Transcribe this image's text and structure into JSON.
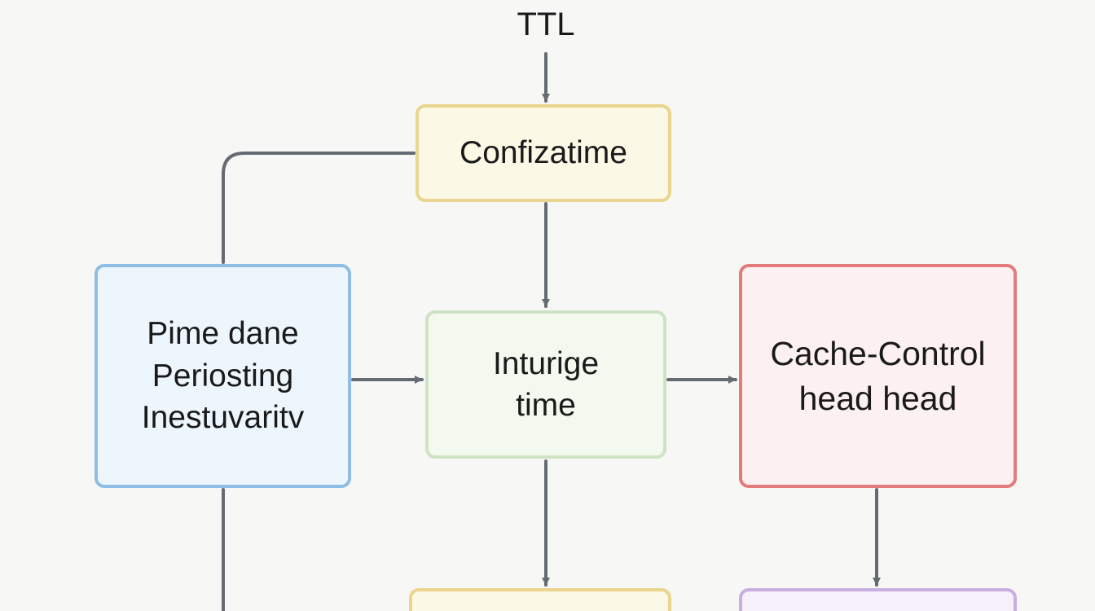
{
  "diagram": {
    "top_label": "TTL",
    "nodes": {
      "config": {
        "lines": [
          "Confizatime"
        ]
      },
      "left": {
        "lines": [
          "Pime dane",
          "Periosting",
          "Inestuvaritv"
        ]
      },
      "center": {
        "lines": [
          "Inturige",
          "time"
        ]
      },
      "right": {
        "lines": [
          "Cache-Control",
          "head head"
        ]
      },
      "bottom_mid": {
        "lines": []
      },
      "bottom_right": {
        "lines": []
      }
    },
    "colors": {
      "yellow_border": "#ead58e",
      "blue_border": "#8ebde6",
      "green_border": "#cfe3c4",
      "red_border": "#e27c7c",
      "purple_border": "#c9aee0",
      "connector": "#666a73"
    }
  }
}
